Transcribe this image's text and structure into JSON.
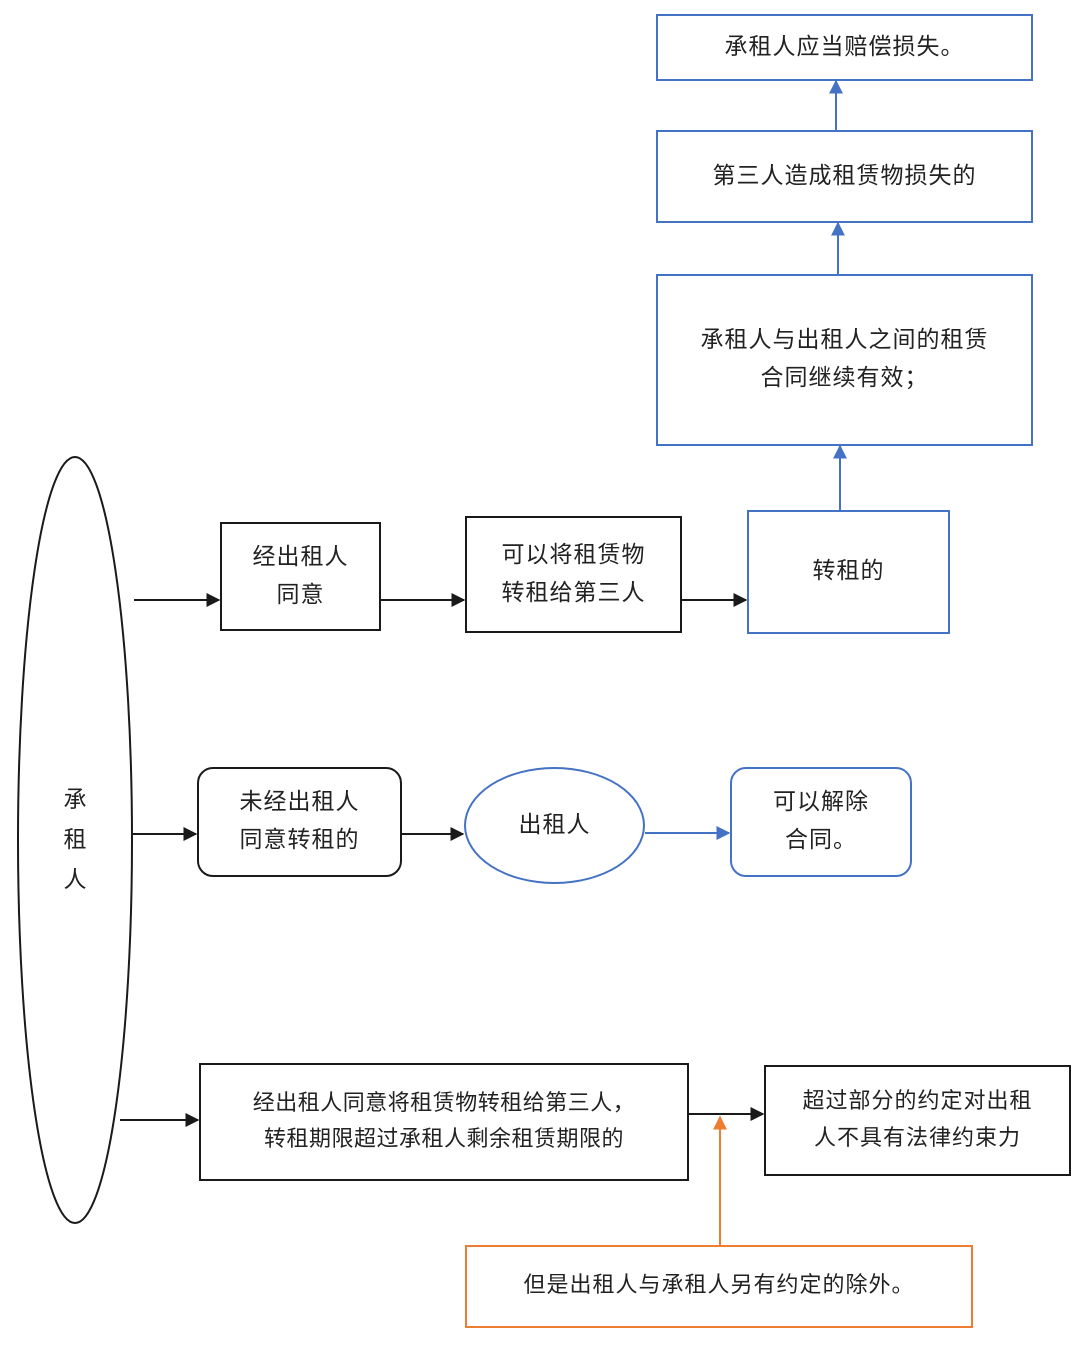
{
  "lessee": "承\n租\n人",
  "top_chain": {
    "compensation": "承租人应当赔偿损失。",
    "third_party_loss": "第三人造成租赁物损失的",
    "contract_valid": "承租人与出租人之间的租赁\n合同继续有效；"
  },
  "row1": {
    "consent": "经出租人\n同意",
    "can_sublet": "可以将租赁物\n转租给第三人",
    "sublet": "转租的"
  },
  "row2": {
    "no_consent": "未经出租人\n同意转租的",
    "lessor": "出租人",
    "terminate": "可以解除\n合同。"
  },
  "row3": {
    "exceed_term": "经出租人同意将租赁物转租给第三人，\n转租期限超过承租人剩余租赁期限的",
    "not_binding": "超过部分的约定对出租\n人不具有法律约束力",
    "exception": "但是出租人与承租人另有约定的除外。"
  },
  "colors": {
    "black": "#1a1a1a",
    "blue": "#4472c4",
    "orange": "#ed7d31"
  }
}
